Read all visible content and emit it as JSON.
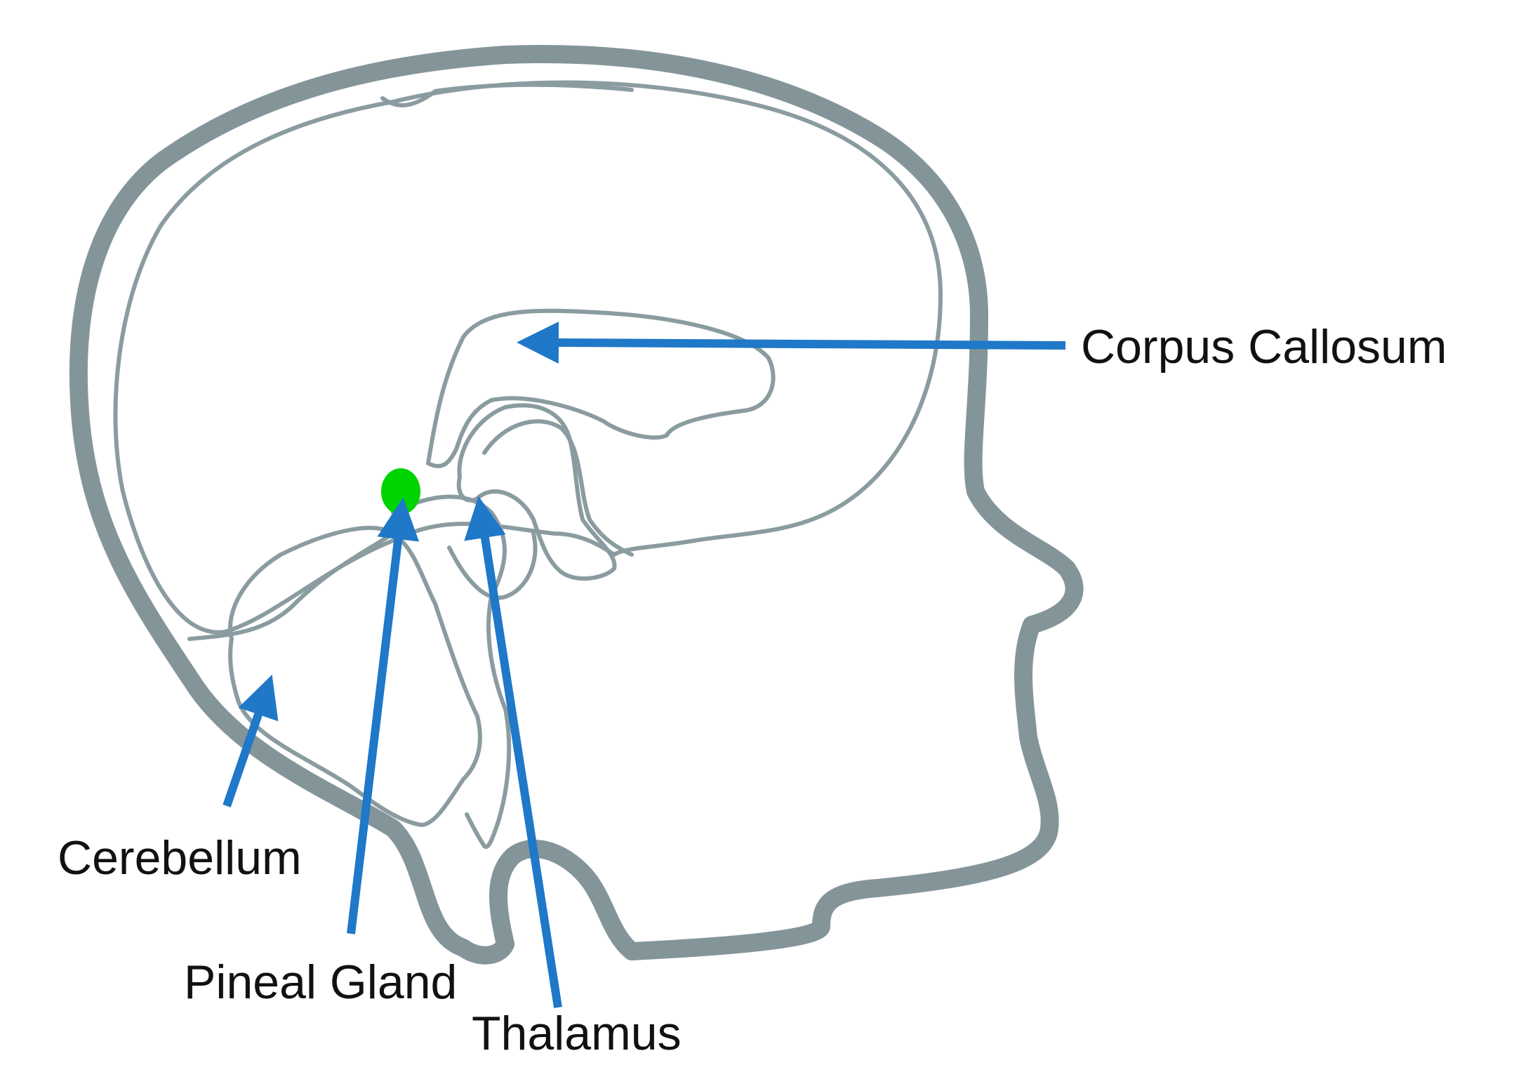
{
  "labels": {
    "corpus_callosum": "Corpus Callosum",
    "cerebellum": "Cerebellum",
    "pineal_gland": "Pineal Gland",
    "thalamus": "Thalamus"
  },
  "colors": {
    "head_outline": "#84959a",
    "brain_outline": "#8a9ca0",
    "arrow": "#1f78c8",
    "pineal_gland_dot": "#00d400",
    "text": "#111111",
    "background": "#ffffff"
  }
}
